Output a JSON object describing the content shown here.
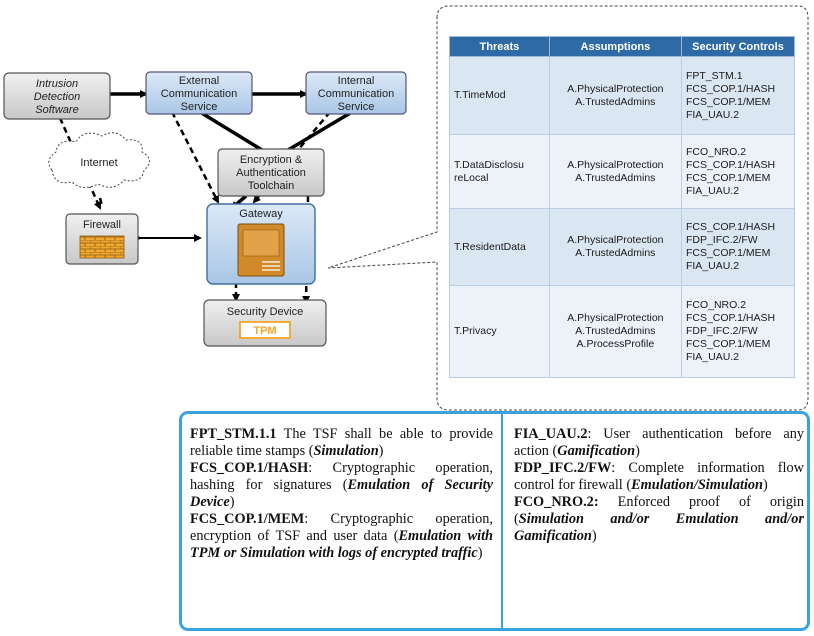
{
  "nodes": {
    "intrusion": [
      "Intrusion",
      "Detection",
      "Software"
    ],
    "external": [
      "External",
      "Communication",
      "Service"
    ],
    "internal": [
      "Internal",
      "Communication",
      "Service"
    ],
    "internet": "Internet",
    "encryption": [
      "Encryption &",
      "Authentication",
      "Toolchain"
    ],
    "firewall": "Firewall",
    "gateway": "Gateway",
    "security_device": "Security Device",
    "tpm": "TPM"
  },
  "table": {
    "headers": [
      "Threats",
      "Assumptions",
      "Security Controls"
    ],
    "rows": [
      {
        "threat": [
          "T.TimeMod"
        ],
        "assumptions": [
          "A.PhysicalProtection",
          "A.TrustedAdmins"
        ],
        "controls": [
          "FPT_STM.1",
          "FCS_COP.1/HASH",
          "FCS_COP.1/MEM",
          "FIA_UAU.2"
        ]
      },
      {
        "threat": [
          "T.DataDisclosu",
          "reLocal"
        ],
        "assumptions": [
          "A.PhysicalProtection",
          "A.TrustedAdmins"
        ],
        "controls": [
          "FCO_NRO.2",
          "FCS_COP.1/HASH",
          "FCS_COP.1/MEM",
          "FIA_UAU.2"
        ]
      },
      {
        "threat": [
          "T.ResidentData"
        ],
        "assumptions": [
          "A.PhysicalProtection",
          "A.TrustedAdmins"
        ],
        "controls": [
          "FCS_COP.1/HASH",
          "FDP_IFC.2/FW",
          "FCS_COP.1/MEM",
          "FIA_UAU.2"
        ]
      },
      {
        "threat": [
          "T.Privacy"
        ],
        "assumptions": [
          "A.PhysicalProtection",
          "A.TrustedAdmins",
          "A.ProcessProfile"
        ],
        "controls": [
          "FCO_NRO.2",
          "FCS_COP.1/HASH",
          "FDP_IFC.2/FW",
          "FCS_COP.1/MEM",
          "FIA_UAU.2"
        ]
      }
    ]
  },
  "legend": {
    "left": [
      {
        "code": "FPT_STM.1.1",
        "text": " The TSF shall be able to provide reliable time stamps (",
        "emph": "Simulation",
        "tail": ")"
      },
      {
        "code": "FCS_COP.1/HASH",
        "text": ": Cryptographic operation, hashing for signatures (",
        "emph": "Emulation of Security Device",
        "tail": ")"
      },
      {
        "code": "FCS_COP.1/MEM",
        "text": ": Cryptographic operation, encryption of TSF and user data (",
        "emph": "Emulation with TPM or Simulation with logs of encrypted traffic",
        "tail": ")"
      }
    ],
    "right": [
      {
        "code": "FIA_UAU.2",
        "text": ": User authentication before any action (",
        "emph": "Gamification",
        "tail": ")"
      },
      {
        "code": "FDP_IFC.2/FW",
        "text": ": Complete information flow control for firewall (",
        "emph": "Emulation/Simulation",
        "tail": ")"
      },
      {
        "code": "FCO_NRO.2:",
        "text": " Enforced proof of origin (",
        "emph": "Simulation and/or Emulation and/or Gamification",
        "tail": ")"
      }
    ]
  },
  "colors": {
    "node_blue": "#b9d3ee",
    "node_gray": "#d9d9d9",
    "table_header": "#2e6aa6",
    "legend_border": "#3aa3dc",
    "tpm_orange": "#f5a623"
  }
}
